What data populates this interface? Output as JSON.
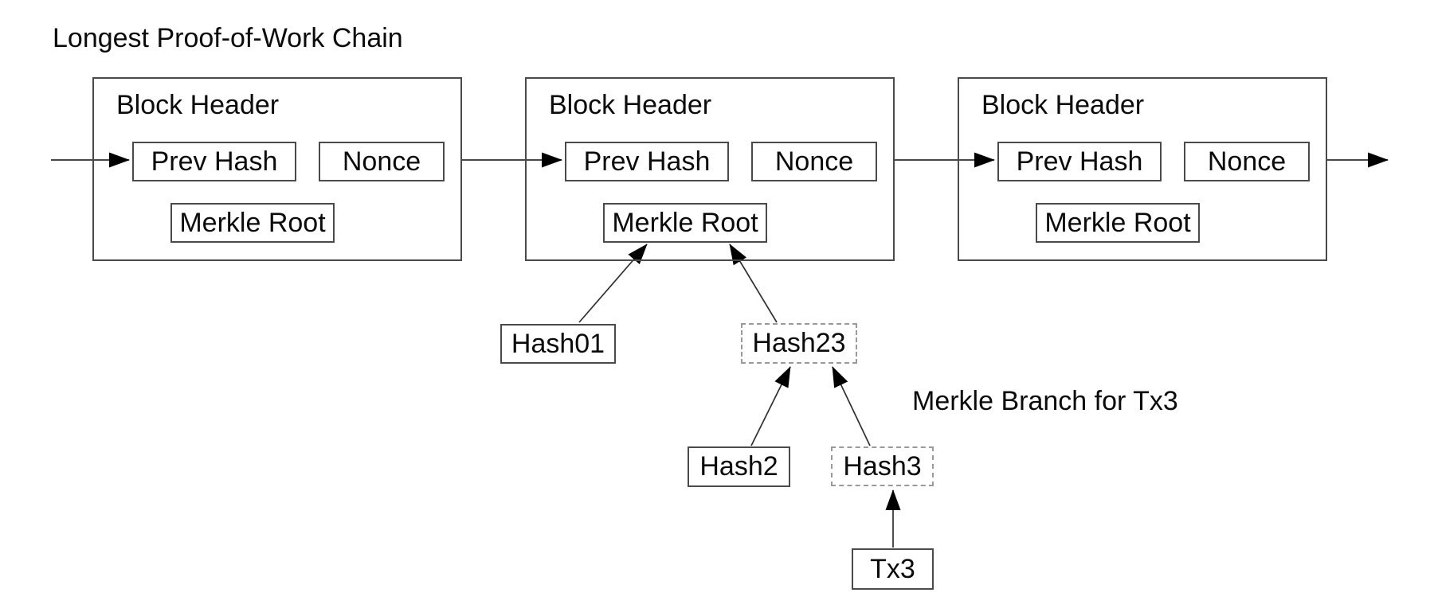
{
  "diagram": {
    "title": "Longest Proof-of-Work Chain",
    "annotation": "Merkle Branch for Tx3",
    "colors": {
      "line": "#2f2f2f",
      "box_border": "#4a4a4a",
      "dashed_border": "#9a9a9a",
      "text": "#0b0b0b",
      "background": "#ffffff"
    },
    "blocks": [
      {
        "header": "Block Header",
        "prev_hash": "Prev Hash",
        "nonce": "Nonce",
        "merkle_root": "Merkle Root"
      },
      {
        "header": "Block Header",
        "prev_hash": "Prev Hash",
        "nonce": "Nonce",
        "merkle_root": "Merkle Root"
      },
      {
        "header": "Block Header",
        "prev_hash": "Prev Hash",
        "nonce": "Nonce",
        "merkle_root": "Merkle Root"
      }
    ],
    "merkle_nodes": {
      "hash01": "Hash01",
      "hash23": "Hash23",
      "hash2": "Hash2",
      "hash3": "Hash3",
      "tx3": "Tx3"
    }
  }
}
